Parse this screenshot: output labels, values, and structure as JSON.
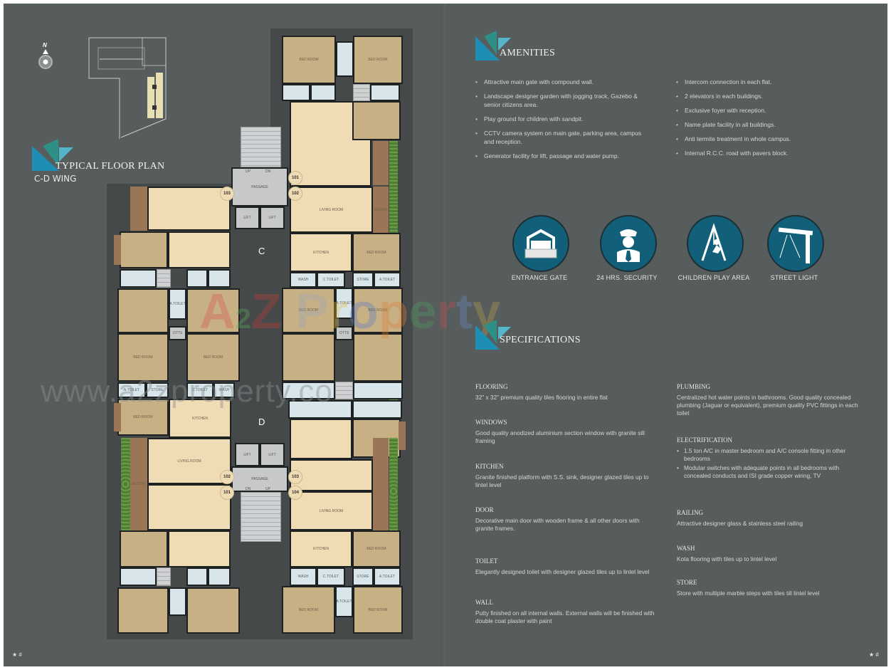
{
  "left_page": {
    "compass_label": "N",
    "title": "TYPICAL FLOOR PLAN",
    "wing": "C-D WING",
    "wing_letters": [
      "C",
      "D"
    ],
    "flat_numbers_c": [
      "101",
      "102",
      "103"
    ],
    "flat_numbers_d": [
      "102",
      "101",
      "103",
      "104"
    ],
    "stair_labels": [
      "UP",
      "DN"
    ]
  },
  "floor_plan": {
    "labels": {
      "passage": "PASSAGE",
      "lift": "LIFT",
      "living_room": "LIVING ROOM",
      "kitchen": "KITCHEN",
      "bed_room": "BED ROOM",
      "wash": "WASH",
      "c_toilet": "C.TOILET",
      "a_toilet": "A.TOILET",
      "store": "STORE",
      "otts": "OTTS",
      "balcony": "BALCONY"
    },
    "colors": {
      "bedroom": "#c8b085",
      "living": "#efdcb5",
      "toilet": "#d8e6ec",
      "passage": "#c6c8ca",
      "balcony": "#9b7656",
      "garden": "#5e8a3c"
    }
  },
  "watermark": {
    "logo_text": "A2Z Property",
    "url_text": "www.a2zproperty.co"
  },
  "amenities": {
    "title": "AMENITIES",
    "col1": [
      "Attractive main gate with compound wall.",
      "Landscape designer garden with jogging track, Gazebo & senior citizens area.",
      "Play ground for children with sandpit.",
      "CCTV camera system on main gate, parking area, campus and reception.",
      "Generator facility for lift, passage and water pump."
    ],
    "col2": [
      "Intercom connection in each flat.",
      "2 elevators in each buildings.",
      "Exclusive foyer with reception.",
      "Name plate facility in all buildings.",
      "Anti termite treatment in whole campus.",
      "Internal R.C.C. road with pavers block."
    ],
    "icons": [
      {
        "icon": "entrance-gate-icon",
        "label": "ENTRANCE GATE"
      },
      {
        "icon": "security-guard-icon",
        "label": "24 HRS. SECURITY"
      },
      {
        "icon": "swing-icon",
        "label": "CHILDREN PLAY AREA"
      },
      {
        "icon": "street-light-icon",
        "label": "STREET LIGHT"
      }
    ],
    "icon_color": "#115f78"
  },
  "specifications": {
    "title": "SPECIFICATIONS",
    "col1": [
      {
        "title": "FLOORING",
        "text": "32\" x 32\" premium quality tiles flooring in entire flat"
      },
      {
        "title": "WINDOWS",
        "text": "Good quality anodized aluminium section window with granite sill framing"
      },
      {
        "title": "KITCHEN",
        "text": "Granite finished platform with S.S. sink, designer glazed tiles up to lintel level"
      },
      {
        "title": "DOOR",
        "text": "Decorative main door with wooden frame & all other doors with granite frames."
      },
      {
        "title": "TOILET",
        "text": "Elegantly designed toilet with designer glazed tiles up to lintel level"
      },
      {
        "title": "WALL",
        "text": "Putty finished on all internal walls. External walls will be finished with double coat plaster with paint"
      }
    ],
    "plumbing": {
      "title": "PLUMBING",
      "text": "Centralized hot water points in bathrooms. Good quality concealed plumbing (Jaguar or equivalent), premium quality PVC fittings in each toilet"
    },
    "electrification": {
      "title": "ELECTRIFICATION",
      "items": [
        "1.5 ton A/C in master bedroom and A/C console fitting in other bedrooms",
        "Modular switches with adequate points in all bedrooms with concealed conducts and ISI grade copper wiring, TV"
      ]
    },
    "railing": {
      "title": "RAILING",
      "text": "Attractive designer glass & stainless steel railing"
    },
    "wash": {
      "title": "WASH",
      "text": "Kota flooring with tiles up to lintel level"
    },
    "store": {
      "title": "STORE",
      "text": "Store with multiple marble steps with tiles till lintel level"
    }
  },
  "footer": {
    "left": "★ #",
    "right": "★ #"
  }
}
